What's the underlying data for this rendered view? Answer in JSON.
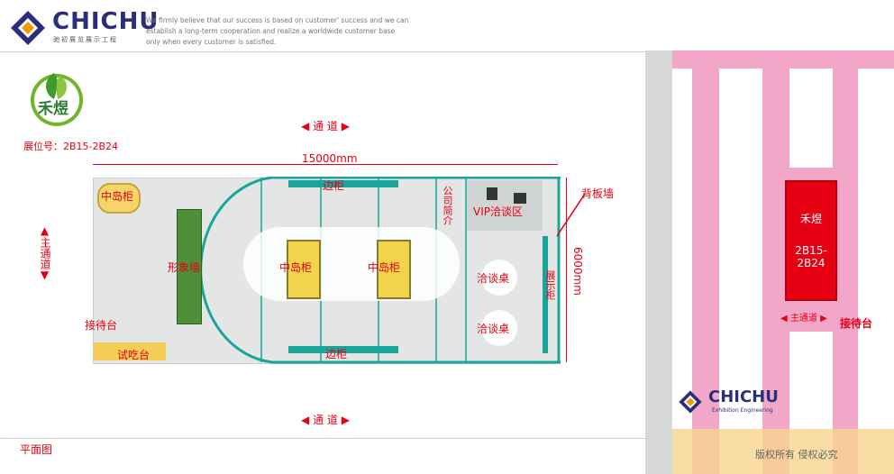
{
  "header": {
    "brand_name": "CHICHU",
    "brand_sub": "驰初展览展示工程",
    "slogan_line1": "We firmly believe that our success is based on customer' success and we can",
    "slogan_line2": "establish a long-term cooperation and realize a worldwide customer base",
    "slogan_line3": "only when every customer is satisfied."
  },
  "client": {
    "logo_text": "禾煜",
    "booth_label": "展位号：2B15-2B24"
  },
  "plan": {
    "top_aisle": "通 道",
    "bottom_aisle": "通 道",
    "width_dim": "15000mm",
    "depth_dim": "6000mm",
    "main_aisle_left": "主通道",
    "backwall": "背板墙",
    "zones": {
      "island_left": "中岛柜",
      "side_top": "边柜",
      "side_bottom": "边柜",
      "image_wall": "形象墙",
      "island_mid1": "中岛柜",
      "island_mid2": "中岛柜",
      "company_intro": "公司简介",
      "vip": "VIP洽谈区",
      "table1": "洽谈桌",
      "table2": "洽谈桌",
      "display": "展示柜",
      "reception": "接待台",
      "tasting": "试吃台"
    }
  },
  "map": {
    "booth_name": "禾煜",
    "booth_no_1": "2B15-",
    "booth_no_2": "2B24",
    "main_aisle": "主通道",
    "reception": "接待台",
    "brand_name": "CHICHU",
    "brand_sub": "Exhibition Engineering"
  },
  "footer": {
    "left": "平面图",
    "right": "版权所有  侵权必究"
  },
  "colors": {
    "brand_blue": "#2b2f7a",
    "accent_red": "#e60012",
    "teal": "#1aa59a",
    "hall_pink": "#f2a7c9"
  }
}
